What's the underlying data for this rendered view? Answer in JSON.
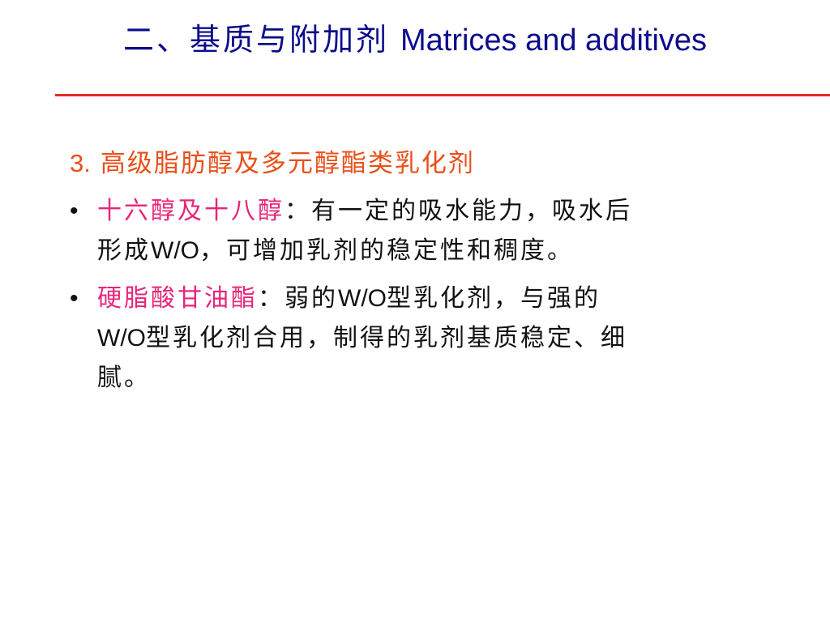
{
  "slide": {
    "title_cn": "二、基质与附加剂",
    "title_en": "Matrices and additives",
    "heading_number": "3.",
    "heading_text": "高级脂肪醇及多元醇酯类乳化剂",
    "bullet_glyph": "•",
    "bullets": [
      {
        "term": "十六醇及十八醇",
        "line1_a": "：有一定的吸水能力，吸水后",
        "line2_a": "形成",
        "line2_b": "W/O",
        "line2_c": "，可增加乳剂的稳定性和稠度。"
      },
      {
        "term": "硬脂酸甘油酯",
        "line1_a": "：弱的",
        "line1_b": "W/O",
        "line1_c": "型乳化剂，与强的",
        "line2_a": "W/O",
        "line2_b": "型乳化剂合用，制得的乳剂基质稳定、细",
        "line3_a": "腻。"
      }
    ]
  },
  "colors": {
    "title": "#0b0b8c",
    "rule": "#e32b22",
    "heading": "#e8501a",
    "term": "#e8257a",
    "body": "#111111"
  }
}
